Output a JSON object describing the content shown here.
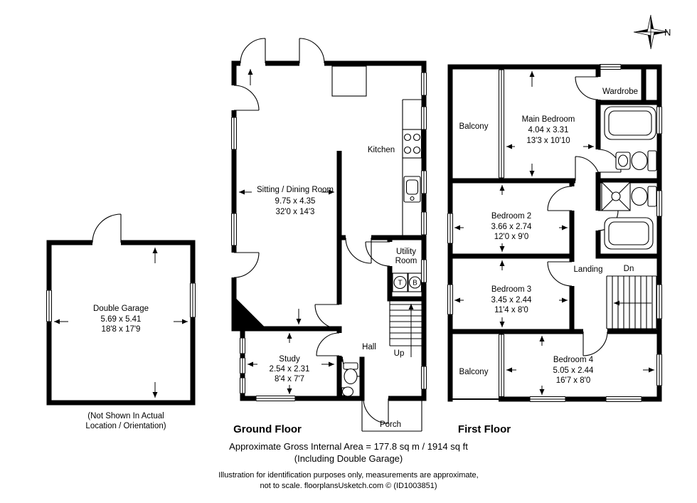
{
  "colors": {
    "background": "#ffffff",
    "line": "#000000",
    "text": "#000000"
  },
  "compass": {
    "label": "N"
  },
  "garage": {
    "name": "Double Garage",
    "dim_metric": "5.69 x 5.41",
    "dim_imperial": "18'8 x 17'9",
    "note_line1": "(Not Shown In Actual",
    "note_line2": "Location / Orientation)"
  },
  "ground_floor": {
    "title": "Ground Floor",
    "sitting_dining": {
      "name": "Sitting / Dining Room",
      "dim_metric": "9.75 x 4.35",
      "dim_imperial": "32'0 x 14'3"
    },
    "kitchen": {
      "name": "Kitchen"
    },
    "utility": {
      "name_line1": "Utility",
      "name_line2": "Room",
      "tank_label": "T",
      "boiler_label": "B"
    },
    "study": {
      "name": "Study",
      "dim_metric": "2.54 x 2.31",
      "dim_imperial": "8'4 x 7'7"
    },
    "hall": {
      "name": "Hall"
    },
    "stairs": {
      "label": "Up"
    },
    "porch": {
      "name": "Porch"
    }
  },
  "first_floor": {
    "title": "First Floor",
    "balcony_top": {
      "name": "Balcony"
    },
    "balcony_bottom": {
      "name": "Balcony"
    },
    "main_bedroom": {
      "name": "Main Bedroom",
      "dim_metric": "4.04 x 3.31",
      "dim_imperial": "13'3 x 10'10"
    },
    "wardrobe": {
      "name": "Wardrobe"
    },
    "bedroom2": {
      "name": "Bedroom 2",
      "dim_metric": "3.66 x 2.74",
      "dim_imperial": "12'0 x 9'0"
    },
    "bedroom3": {
      "name": "Bedroom 3",
      "dim_metric": "3.45 x 2.44",
      "dim_imperial": "11'4 x 8'0"
    },
    "bedroom4": {
      "name": "Bedroom 4",
      "dim_metric": "5.05 x 2.44",
      "dim_imperial": "16'7 x 8'0"
    },
    "landing": {
      "name": "Landing"
    },
    "stairs": {
      "label": "Dn"
    }
  },
  "footer": {
    "area_line1": "Approximate Gross Internal Area = 177.8 sq m / 1914 sq ft",
    "area_line2": "(Including Double Garage)",
    "disclaimer_line1": "Illustration for identification purposes only, measurements are approximate,",
    "disclaimer_line2": "not to scale. floorplansUsketch.com © (ID1003851)"
  }
}
